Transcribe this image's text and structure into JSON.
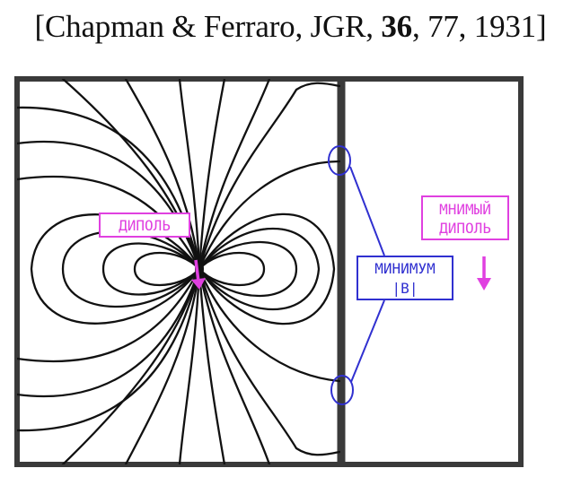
{
  "citation": {
    "open_bracket": "[",
    "authors": "Chapman & Ferraro",
    "sep1": ", ",
    "journal": "JGR",
    "sep2": ", ",
    "volume": "36",
    "rest": ", 77, 1931]"
  },
  "labels": {
    "dipole": "ДИПОЛЬ",
    "image_dipole_line1": "МНИМЫЙ",
    "image_dipole_line2": "ДИПОЛЬ",
    "minimum_line1": "МИНИМУМ",
    "minimum_line2": "|B|"
  },
  "colors": {
    "field_lines": "#111111",
    "frame": "#3a3a3a",
    "dipole_magenta": "#e040e0",
    "minimum_blue": "#3030d0"
  }
}
